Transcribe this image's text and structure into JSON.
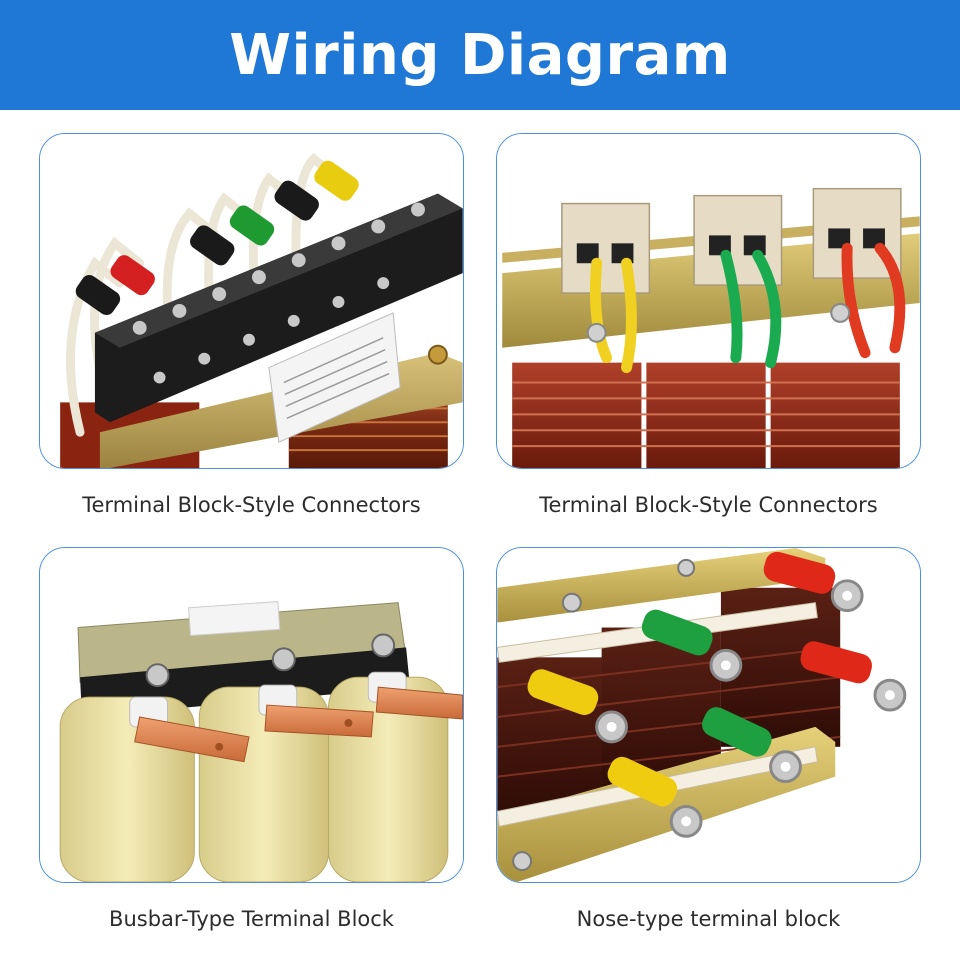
{
  "header": {
    "title": "Wiring Diagram"
  },
  "colors": {
    "banner": "#1f77d6",
    "card_border": "#4a8fe0"
  },
  "panels": [
    {
      "caption": "Terminal Block-Style Connectors",
      "image": "reactor-with-screw-terminal-strip"
    },
    {
      "caption": "Terminal Block-Style Connectors",
      "image": "reactor-with-rail-terminal-blocks"
    },
    {
      "caption": "Busbar-Type Terminal Block",
      "image": "reactor-with-copper-busbars"
    },
    {
      "caption": "Nose-type terminal block",
      "image": "reactor-with-ring-lug-cables"
    }
  ]
}
